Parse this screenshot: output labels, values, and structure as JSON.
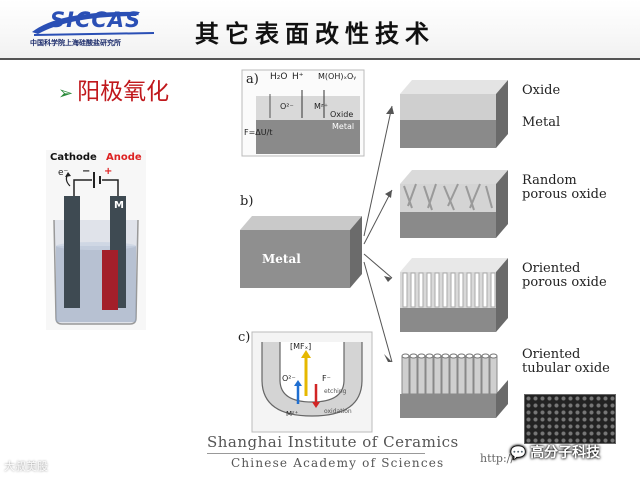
{
  "header": {
    "logo_text": "SICCAS",
    "logo_subtitle": "中国科学院上海硅酸盐研究所",
    "title": "其它表面改性技术"
  },
  "section": {
    "arrow_glyph": "➢",
    "heading": "阳极氧化"
  },
  "cell_diagram": {
    "cathode_label": "Cathode",
    "anode_label": "Anode",
    "electron_label": "e⁻",
    "anode_plate_label": "M",
    "plus_sign": "+",
    "minus_sign": "−"
  },
  "figure": {
    "panel_a": {
      "label": "a)",
      "h2o": "H₂O",
      "h_plus": "H⁺",
      "hydroxide": "M(OH)ₓOᵧ",
      "o2_ion": "O²⁻",
      "metal_ion": "Mᶻ⁺",
      "oxide": "Oxide",
      "metal": "Metal",
      "field": "F=ΔU/t"
    },
    "panel_b": {
      "label": "b)",
      "metal_block_label": "Metal"
    },
    "panel_c": {
      "label": "c)",
      "complex": "[MFₓ]",
      "o2_ion": "O²⁻",
      "f_ion": "F⁻",
      "metal_ion": "Mᶻ⁺",
      "etching": "etching",
      "oxidation": "oxidation"
    },
    "outcomes": [
      {
        "label": "Oxide",
        "sub": "Metal"
      },
      {
        "label": "Random porous oxide"
      },
      {
        "label": "Oriented porous oxide"
      },
      {
        "label": "Oriented tubular oxide"
      }
    ]
  },
  "footer": {
    "line1": "Shanghai Institute of Ceramics",
    "line2": "Chinese Academy of Sciences"
  },
  "watermarks": {
    "left": "大叔美股",
    "url": "http://",
    "right": "高分子科技",
    "bubble_glyph": "💬"
  },
  "colors": {
    "section_heading": "#c0181c",
    "arrow": "#2a8a3a",
    "logo": "#2a4fb5",
    "anode_label": "#dd2222"
  }
}
